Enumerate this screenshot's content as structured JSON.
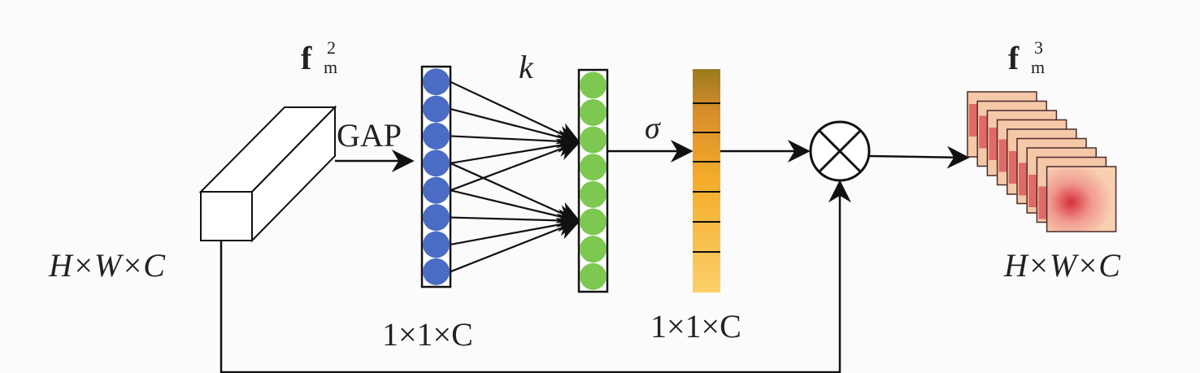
{
  "labels": {
    "input_feature": "f",
    "input_sub": "m",
    "input_sup": "2",
    "output_feature": "f",
    "output_sub": "m",
    "output_sup": "3",
    "gap": "GAP",
    "kernel": "k",
    "sigma": "σ",
    "input_dims": "H×W×C",
    "output_dims": "H×W×C",
    "pooled_dims": "1×1×C",
    "weights_dims": "1×1×C"
  },
  "colors": {
    "blue_node": "#4a6cc4",
    "green_node": "#7cc850",
    "bar_top": "#9a7a1e",
    "bar_bottom": "#fcc85a",
    "line": "#111111"
  }
}
